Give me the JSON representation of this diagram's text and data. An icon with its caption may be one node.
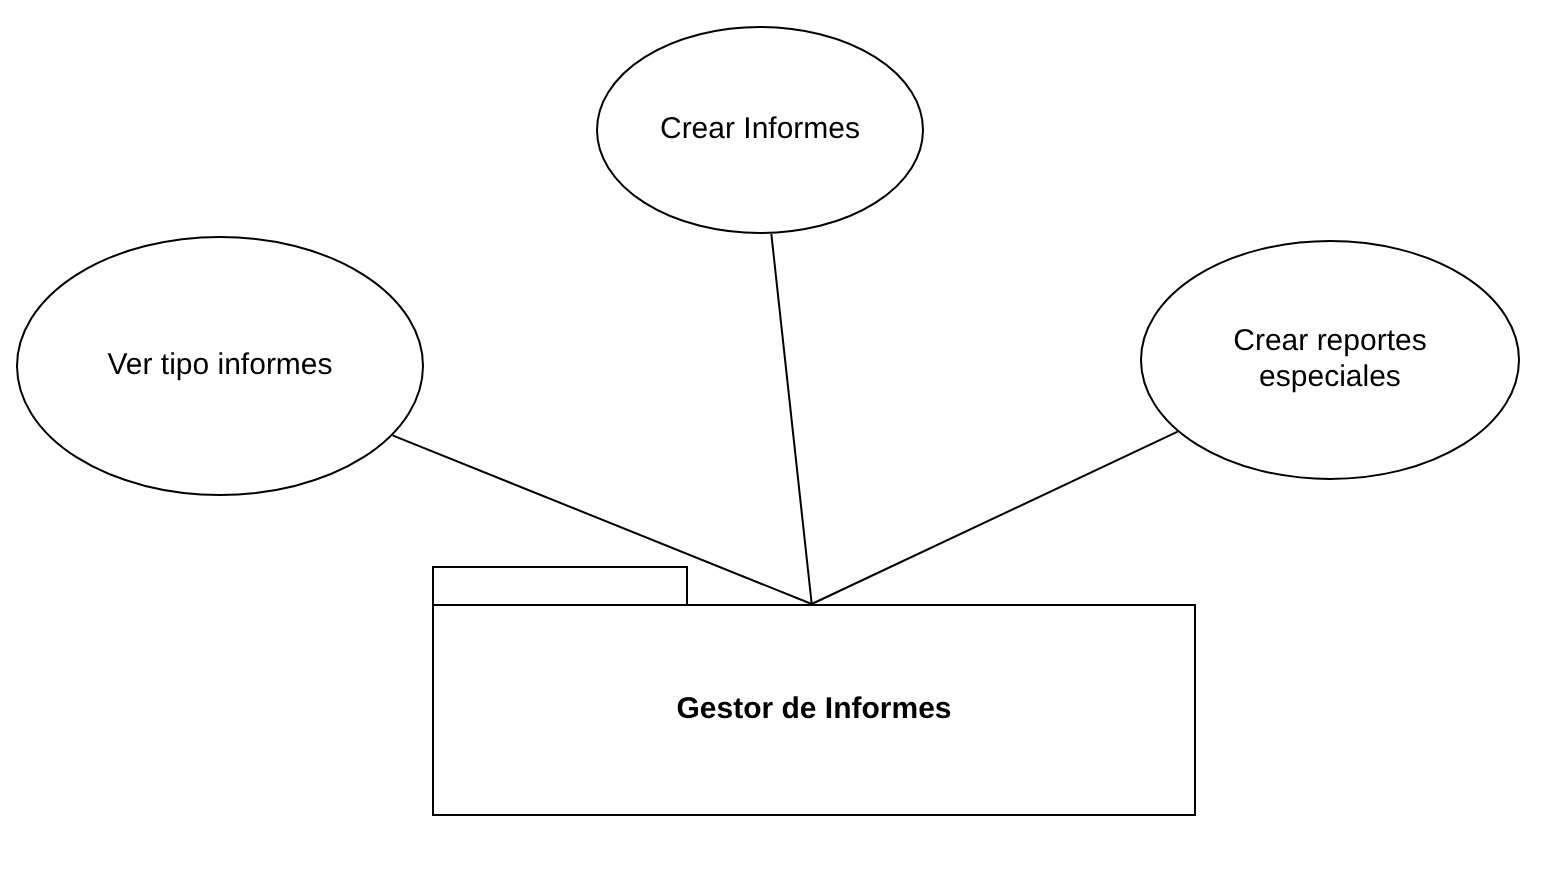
{
  "diagram": {
    "nodes": [
      {
        "text": [
          "Crear Informes"
        ]
      },
      {
        "text": [
          "Ver tipo informes"
        ]
      },
      {
        "text": [
          "Crear reportes especiales"
        ]
      },
      {
        "text": [
          "Gestor de Informes"
        ]
      }
    ],
    "edges": [
      {
        "from": 0,
        "to": 3,
        "arrow": "none"
      },
      {
        "from": 1,
        "to": 3,
        "arrow": "none"
      },
      {
        "from": 2,
        "to": 3,
        "arrow": "none"
      }
    ]
  }
}
